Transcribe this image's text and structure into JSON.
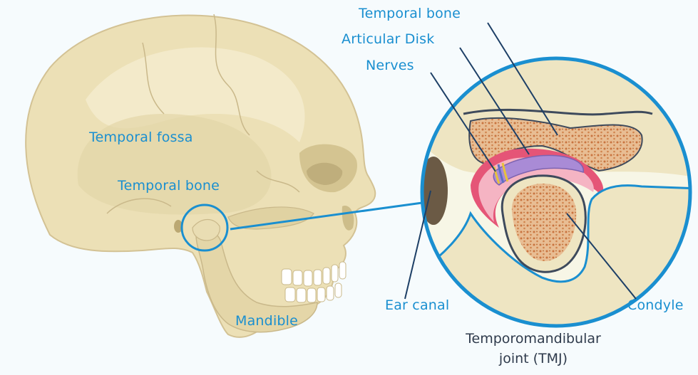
{
  "labels": {
    "temporal_bone_top": "Temporal bone",
    "articular_disk": "Articular Disk",
    "nerves": "Nerves",
    "temporal_fossa": "Temporal fossa",
    "temporal_bone_skull": "Temporal bone",
    "mandible": "Mandible",
    "ear_canal": "Ear canal",
    "condyle": "Condyle"
  },
  "caption": {
    "line1": "Temporomandibular",
    "line2": "joint (TMJ)"
  },
  "colors": {
    "label_blue": "#1a8fd0",
    "leader_navy": "#1d3f66",
    "bone": "#ece0b6",
    "bone_shadow": "#d7c898",
    "marrow": "#e6b58a",
    "marrow_dots": "#c9743f",
    "disk": "#a98bd6",
    "cartilage_pink": "#f1a0b3",
    "cartilage_red": "#e55577",
    "circle_blue": "#1a8fd0"
  }
}
